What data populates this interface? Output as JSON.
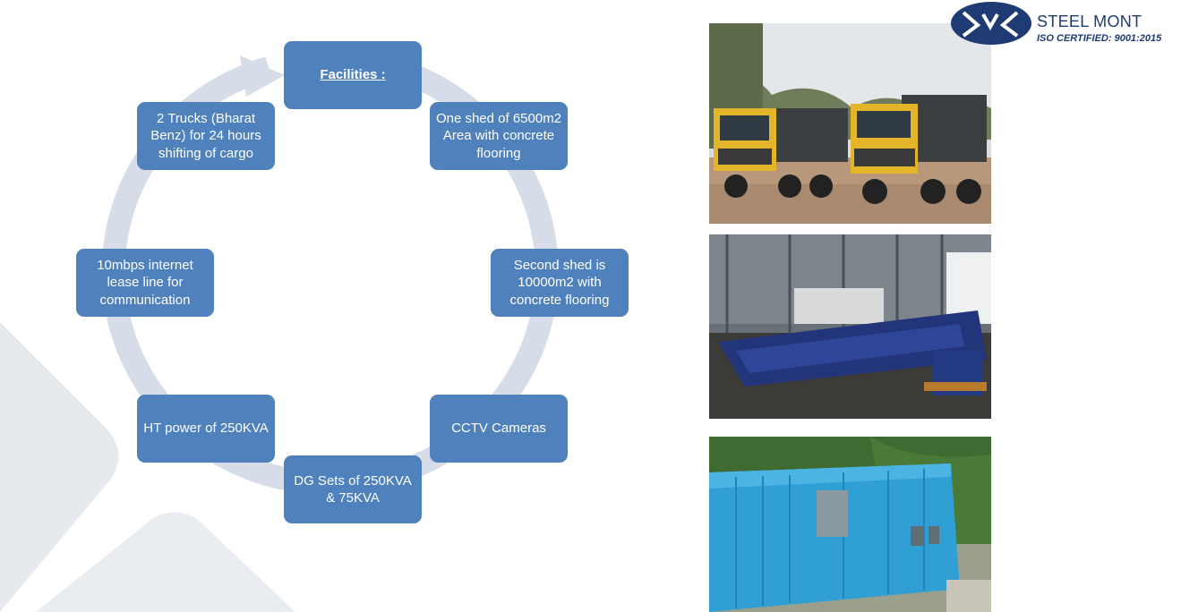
{
  "brand": {
    "name": "STEEL MONT",
    "certification": "ISO CERTIFIED: 9001:2015",
    "color": "#1f3b73"
  },
  "colors": {
    "node_fill": "#4f81bd",
    "cycle_arrow": "#d6dde9",
    "background_shape": "#e8ecf1"
  },
  "cycle": {
    "title": "Facilities :",
    "nodes": [
      {
        "label": "One shed of 6500m2 Area with concrete flooring"
      },
      {
        "label": "Second shed is 10000m2 with concrete flooring"
      },
      {
        "label": "CCTV Cameras"
      },
      {
        "label": "DG Sets of 250KVA & 75KVA"
      },
      {
        "label": "HT power of 250KVA"
      },
      {
        "label": "10mbps internet lease line for communication"
      },
      {
        "label": "2 Trucks (Bharat Benz) for 24 hours shifting of cargo"
      }
    ]
  },
  "photos": [
    {
      "subject": "two yellow dump trucks"
    },
    {
      "subject": "storage shed interior with steel structure"
    },
    {
      "subject": "blue portable site office container"
    }
  ]
}
